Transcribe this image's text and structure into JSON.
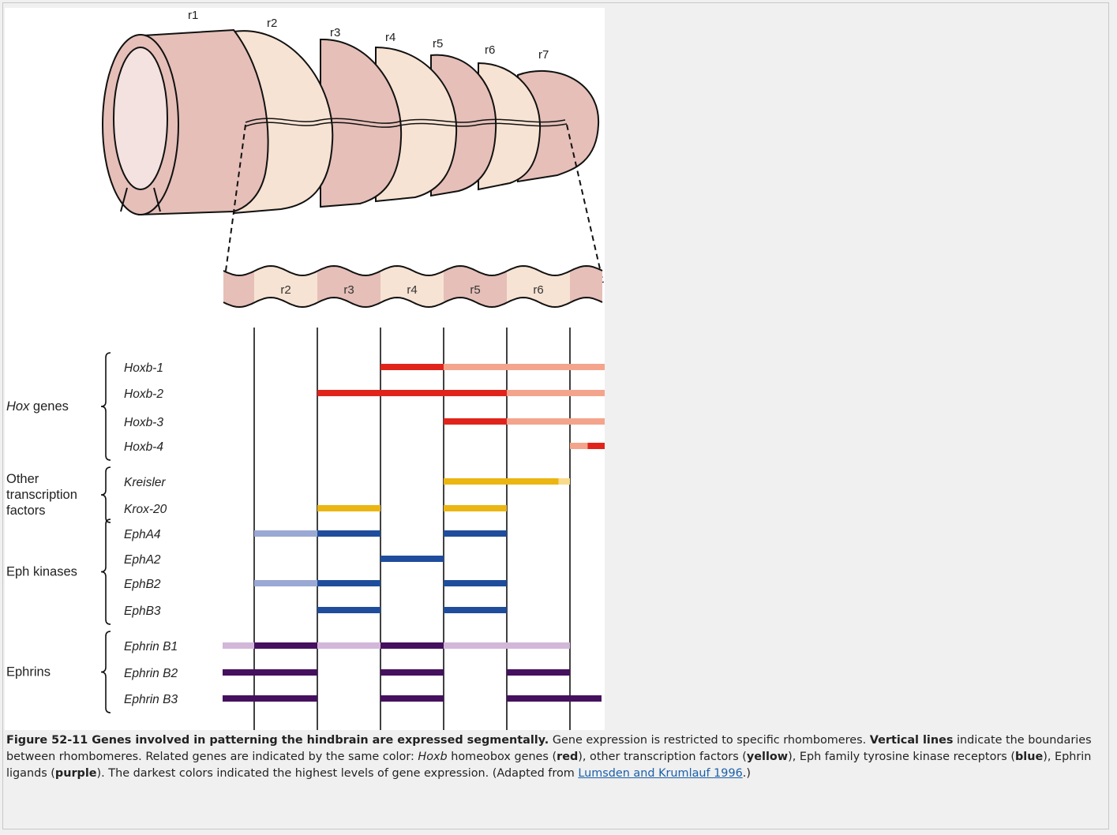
{
  "figure": {
    "top_labels": [
      "r1",
      "r2",
      "r3",
      "r4",
      "r5",
      "r6",
      "r7"
    ],
    "strip_labels": [
      "r2",
      "r3",
      "r4",
      "r5",
      "r6"
    ],
    "groups": [
      {
        "label_lines": [
          "Hox genes"
        ],
        "genes": [
          {
            "name": "Hoxb-1",
            "bars": [
              {
                "seg": [
                  4,
                  5
                ],
                "level": "dark"
              },
              {
                "seg": [
                  5,
                  7.55
                ],
                "level": "light"
              }
            ]
          },
          {
            "name": "Hoxb-2",
            "bars": [
              {
                "seg": [
                  3,
                  6
                ],
                "level": "dark"
              },
              {
                "seg": [
                  6,
                  7.55
                ],
                "level": "light"
              }
            ]
          },
          {
            "name": "Hoxb-3",
            "bars": [
              {
                "seg": [
                  5,
                  6
                ],
                "level": "dark"
              },
              {
                "seg": [
                  6,
                  7.55
                ],
                "level": "light"
              }
            ]
          },
          {
            "name": "Hoxb-4",
            "bars": [
              {
                "seg": [
                  7,
                  7.28
                ],
                "level": "light"
              },
              {
                "seg": [
                  7.28,
                  7.55
                ],
                "level": "dark"
              }
            ]
          }
        ]
      },
      {
        "label_lines": [
          "Other",
          "transcription",
          "factors"
        ],
        "genes": [
          {
            "name": "Kreisler",
            "bars": [
              {
                "seg": [
                  5,
                  6.82
                ],
                "level": "dark"
              },
              {
                "seg": [
                  6.82,
                  7
                ],
                "level": "light"
              }
            ]
          },
          {
            "name": "Krox-20",
            "bars": [
              {
                "seg": [
                  3,
                  4
                ],
                "level": "dark"
              },
              {
                "seg": [
                  5,
                  6
                ],
                "level": "dark"
              }
            ]
          }
        ]
      },
      {
        "label_lines": [
          "Eph kinases"
        ],
        "genes": [
          {
            "name": "EphA4",
            "bars": [
              {
                "seg": [
                  2,
                  3
                ],
                "level": "light"
              },
              {
                "seg": [
                  3,
                  4
                ],
                "level": "dark"
              },
              {
                "seg": [
                  5,
                  6
                ],
                "level": "dark"
              }
            ]
          },
          {
            "name": "EphA2",
            "bars": [
              {
                "seg": [
                  4,
                  5
                ],
                "level": "dark"
              }
            ]
          },
          {
            "name": "EphB2",
            "bars": [
              {
                "seg": [
                  2,
                  3
                ],
                "level": "light"
              },
              {
                "seg": [
                  3,
                  4
                ],
                "level": "dark"
              },
              {
                "seg": [
                  5,
                  6
                ],
                "level": "dark"
              }
            ]
          },
          {
            "name": "EphB3",
            "bars": [
              {
                "seg": [
                  3,
                  4
                ],
                "level": "dark"
              },
              {
                "seg": [
                  5,
                  6
                ],
                "level": "dark"
              }
            ]
          }
        ]
      },
      {
        "label_lines": [
          "Ephrins"
        ],
        "genes": [
          {
            "name": "Ephrin B1",
            "bars": [
              {
                "seg": [
                  1.5,
                  2
                ],
                "level": "light"
              },
              {
                "seg": [
                  2,
                  3
                ],
                "level": "dark"
              },
              {
                "seg": [
                  3,
                  4
                ],
                "level": "light"
              },
              {
                "seg": [
                  4,
                  5
                ],
                "level": "dark"
              },
              {
                "seg": [
                  5,
                  7
                ],
                "level": "light"
              }
            ]
          },
          {
            "name": "Ephrin B2",
            "bars": [
              {
                "seg": [
                  1.5,
                  3
                ],
                "level": "dark"
              },
              {
                "seg": [
                  4,
                  5
                ],
                "level": "dark"
              },
              {
                "seg": [
                  6,
                  7
                ],
                "level": "dark"
              }
            ]
          },
          {
            "name": "Ephrin B3",
            "bars": [
              {
                "seg": [
                  1.5,
                  3
                ],
                "level": "dark"
              },
              {
                "seg": [
                  4,
                  5
                ],
                "level": "dark"
              },
              {
                "seg": [
                  6,
                  7.5
                ],
                "level": "dark"
              }
            ]
          }
        ]
      }
    ]
  },
  "colors": {
    "red_dark": "#e0241b",
    "red_light": "#f4a48c",
    "yellow_dark": "#ebb512",
    "yellow_light": "#f8dc8c",
    "blue_dark": "#1f4d9c",
    "blue_light": "#9aa8d4",
    "purple_dark": "#45105e",
    "purple_light": "#d2b7d9",
    "tube_dark": "#e5bfb8",
    "tube_light": "#f7e3d3",
    "lumen": "#f4e2e0"
  },
  "caption": {
    "title": "Figure 52-11 Genes involved in patterning the hindbrain are expressed segmentally.",
    "s1": " Gene expression is restricted to specific rhombomeres. ",
    "b1": "Vertical lines",
    "s2": " indicate the boundaries between rhombomeres. Related genes are indicated by the same color: ",
    "i1": "Hoxb",
    "s3": " homeobox genes (",
    "b2": "red",
    "s4": "), other transcription factors (",
    "b3": "yellow",
    "s5": "), Eph family tyrosine kinase receptors (",
    "b4": "blue",
    "s6": "), Ephrin ligands (",
    "b5": "purple",
    "s7": "). The darkest colors indicated the highest levels of gene expression. (Adapted from ",
    "link": "Lumsden and Krumlauf 1996",
    "s8": ".)"
  }
}
